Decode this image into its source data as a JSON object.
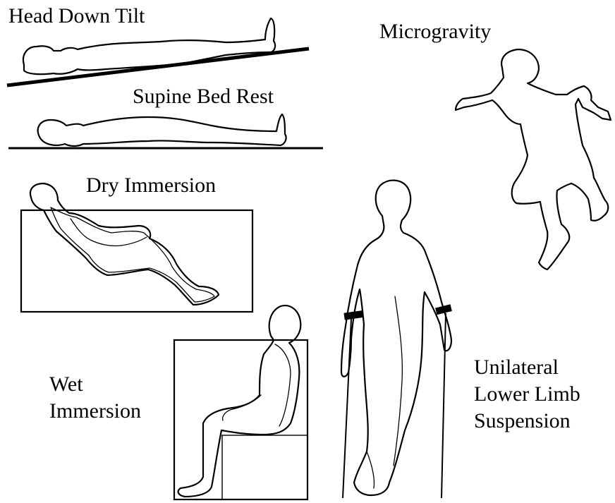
{
  "labels": {
    "head_down_tilt": "Head Down Tilt",
    "microgravity": "Microgravity",
    "supine_bed_rest": "Supine Bed Rest",
    "dry_immersion": "Dry Immersion",
    "wet_immersion_1": "Wet",
    "wet_immersion_2": "Immersion",
    "ulls_1": "Unilateral",
    "ulls_2": "Lower Limb",
    "ulls_3": "Suspension"
  },
  "colors": {
    "ink": "#000000",
    "background": "#ffffff"
  }
}
